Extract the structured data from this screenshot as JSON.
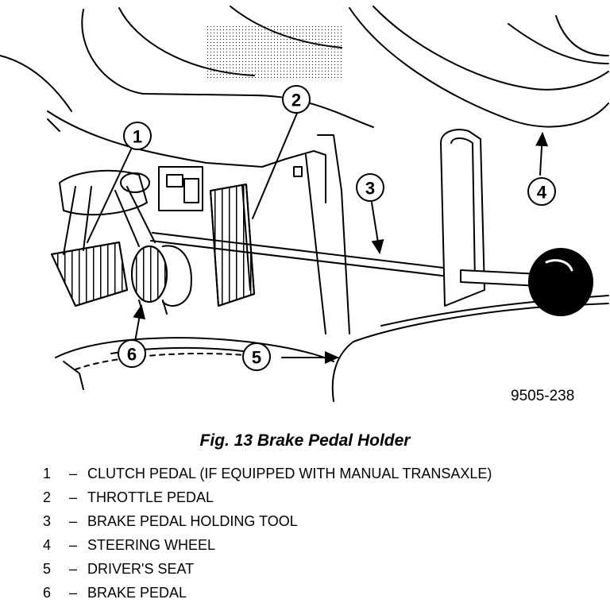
{
  "figure": {
    "art_number": "9505-238",
    "caption": "Fig. 13 Brake Pedal Holder"
  },
  "callouts": [
    "1",
    "2",
    "3",
    "4",
    "5",
    "6"
  ],
  "legend": [
    {
      "num": "1",
      "dash": "–",
      "text": "CLUTCH PEDAL (IF EQUIPPED WITH MANUAL TRANSAXLE)"
    },
    {
      "num": "2",
      "dash": "–",
      "text": "THROTTLE PEDAL"
    },
    {
      "num": "3",
      "dash": "–",
      "text": "BRAKE PEDAL HOLDING TOOL"
    },
    {
      "num": "4",
      "dash": "–",
      "text": "STEERING WHEEL"
    },
    {
      "num": "5",
      "dash": "–",
      "text": "DRIVER'S SEAT"
    },
    {
      "num": "6",
      "dash": "–",
      "text": "BRAKE PEDAL"
    }
  ]
}
